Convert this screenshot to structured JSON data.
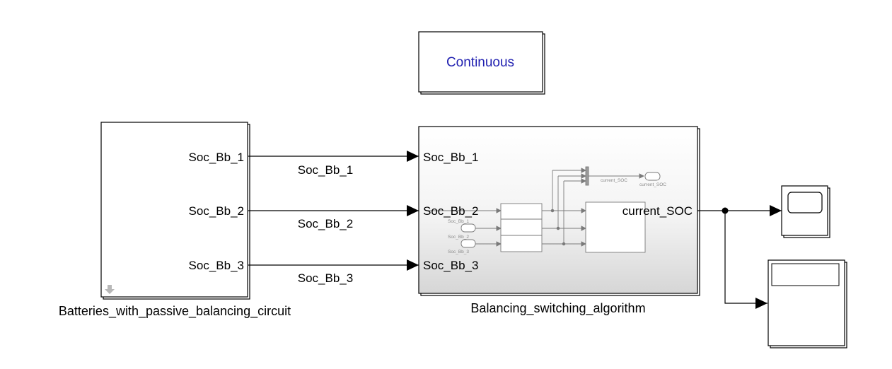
{
  "solver_block": {
    "label": "Continuous"
  },
  "battery_subsystem": {
    "name": "Batteries_with_passive_balancing_circuit",
    "outports": [
      "Soc_Bb_1",
      "Soc_Bb_2",
      "Soc_Bb_3"
    ]
  },
  "signals": [
    "Soc_Bb_1",
    "Soc_Bb_2",
    "Soc_Bb_3"
  ],
  "algorithm_subsystem": {
    "name": "Balancing_switching_algorithm",
    "inports": [
      "Soc_Bb_1",
      "Soc_Bb_2",
      "Soc_Bb_3"
    ],
    "outport": "current_SOC",
    "preview": {
      "inport_tags": [
        "Soc_Bb_1",
        "Soc_Bb_2",
        "Soc_Bb_3"
      ],
      "signal_label": "current_SOC",
      "goto_tag": "current_SOC"
    }
  },
  "colors": {
    "line": "#000000",
    "solver_text": "#1f1fb0",
    "subsystem_gradient_top": "#ffffff",
    "subsystem_gradient_bottom": "#d9d9d9",
    "preview_line": "#7a7a7a"
  }
}
